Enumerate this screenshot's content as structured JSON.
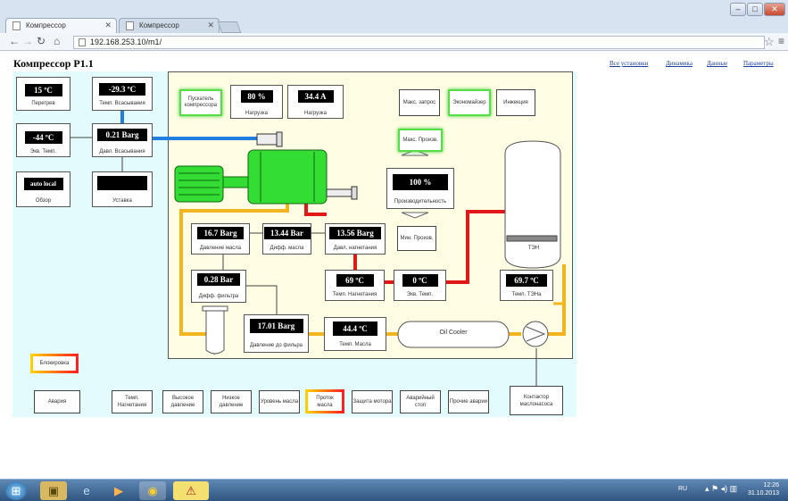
{
  "browser": {
    "tabs": [
      {
        "label": "Компрессор",
        "active": true
      },
      {
        "label": "Компрессор",
        "active": false
      }
    ],
    "url": "192.168.253.10/m1/"
  },
  "page": {
    "title": "Компрессор P1.1",
    "links": [
      "Все установки",
      "Динамика",
      "Данные",
      "Параметры"
    ]
  },
  "left": {
    "peregrev": {
      "value": "15 ºC",
      "label": "Перегрев"
    },
    "temp_suction": {
      "value": "-29.3 ºC",
      "label": "Темп. Всасывания"
    },
    "ekv_temp": {
      "value": "-44 ºC",
      "label": "Экв. Темп."
    },
    "press_suction": {
      "value": "0.21 Barg",
      "label": "Давл. Всасывания"
    },
    "obzor": {
      "value": "auto local",
      "label": "Обзор"
    },
    "ustavka": {
      "value": "",
      "label": "Уставка"
    }
  },
  "top": {
    "pusk": "Пускатель компрессора",
    "load_pct": {
      "value": "80 %",
      "label": "Нагрузка"
    },
    "load_amp": {
      "value": "34.4 A",
      "label": "Нагрузка"
    },
    "max_request": "Макс. запрос",
    "economizer": "Экономайзер",
    "injection": "Инжекция",
    "max_prod": "Макс. Произв.",
    "min_prod": "Мин. Произв.",
    "productivity": {
      "value": "100 %",
      "label": "Производительность"
    }
  },
  "mid": {
    "oil_press": {
      "value": "16.7 Barg",
      "label": "Давление масла"
    },
    "oil_diff": {
      "value": "13.44 Bar",
      "label": "Дифф. масла"
    },
    "disch_press": {
      "value": "13.56 Barg",
      "label": "Давл. нагнетания"
    },
    "filter_diff": {
      "value": "0.28 Bar",
      "label": "Дифф. фильтра"
    },
    "disch_temp": {
      "value": "69 ºC",
      "label": "Темп. Нагнетания"
    },
    "ekv_temp2": {
      "value": "0 ºC",
      "label": "Экв. Темп."
    },
    "ten_temp": {
      "value": "69.7 ºC",
      "label": "Темп. ТЭНа"
    },
    "ten_label": "ТЭН",
    "press_before_filter": {
      "value": "17.01 Barg",
      "label": "Давление до фильра"
    },
    "oil_temp": {
      "value": "44.4 ºC",
      "label": "Темп. Масла"
    },
    "oil_cooler": "Oil Cooler"
  },
  "bottom": {
    "blocking": "Блокировка",
    "alarm": "Авария",
    "buttons": [
      "Темп. Нагнетания",
      "Высокое давление",
      "Низкое давление",
      "Уровень масла",
      "Проток масла",
      "Защита мотора",
      "Аварийный стоп",
      "Прочие аварии"
    ],
    "contactor": "Контактор маслонасоса"
  },
  "taskbar": {
    "lang": "RU",
    "time": "12:26",
    "date": "31.10.2013"
  },
  "colors": {
    "cyan_panel": "#e3fbfd",
    "yellow_panel": "#fffde4",
    "motor_green": "#33dd33",
    "pipe_blue": "#1f7ee0",
    "pipe_yellow": "#f2b51e",
    "pipe_red": "#e01818"
  }
}
